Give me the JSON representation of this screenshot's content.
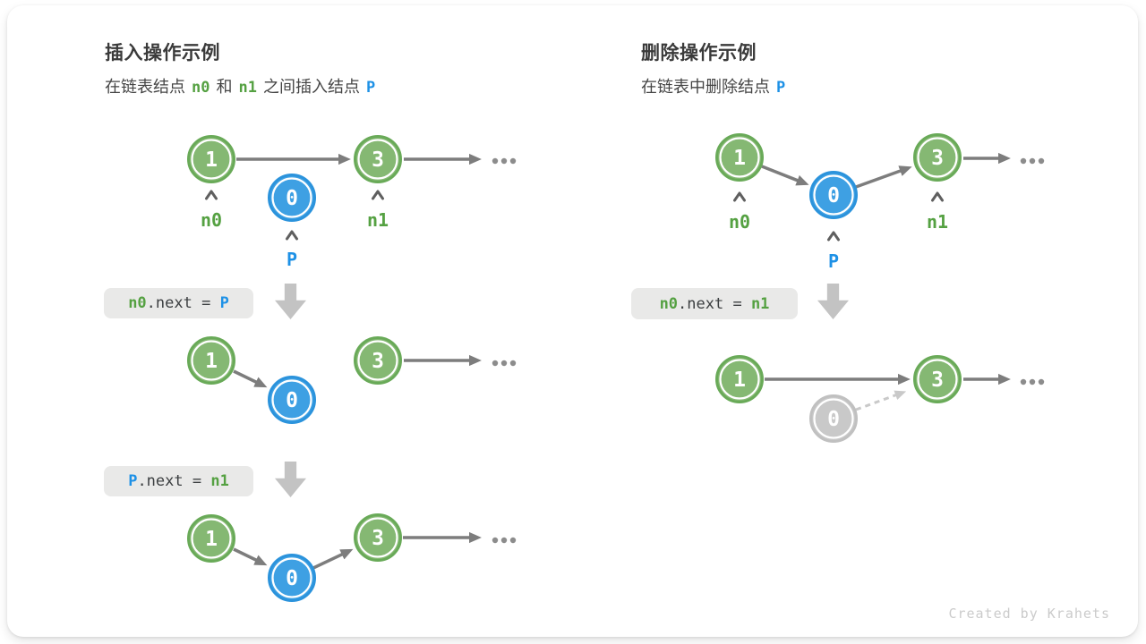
{
  "insert": {
    "title": "插入操作示例",
    "subtitle": {
      "pre": "在链表结点",
      "n0": "n0",
      "mid": "和",
      "n1": "n1",
      "post": "之间插入结点",
      "p": "P"
    },
    "code_step1": {
      "a": "n0",
      "b": ".next = ",
      "c": "P"
    },
    "code_step2": {
      "a": "P",
      "b": ".next = ",
      "c": "n1"
    }
  },
  "delete": {
    "title": "删除操作示例",
    "subtitle": {
      "pre": "在链表中删除结点",
      "p": "P"
    },
    "code_step1": {
      "a": "n0",
      "b": ".next = ",
      "c": "n1"
    }
  },
  "node_values": {
    "first": "1",
    "p_node": "0",
    "third": "3"
  },
  "pointer_labels": {
    "n0": "n0",
    "n1": "n1",
    "p": "P"
  },
  "ellipsis": "...",
  "footer": {
    "credit": "Created by Krahets"
  },
  "colors": {
    "node_green": "#85B873",
    "node_green_border": "#69AA58",
    "node_blue": "#3EA0E3",
    "node_blue_border": "#2B93DC",
    "node_gray": "#C9C9C9",
    "text_green": "#55A142",
    "text_blue": "#1E91E6",
    "arrow_gray": "#7D7D7D",
    "dashed_gray": "#C9C9C9",
    "code_box_bg": "#E9E9E8",
    "block_arrow": "#C3C3C3"
  }
}
